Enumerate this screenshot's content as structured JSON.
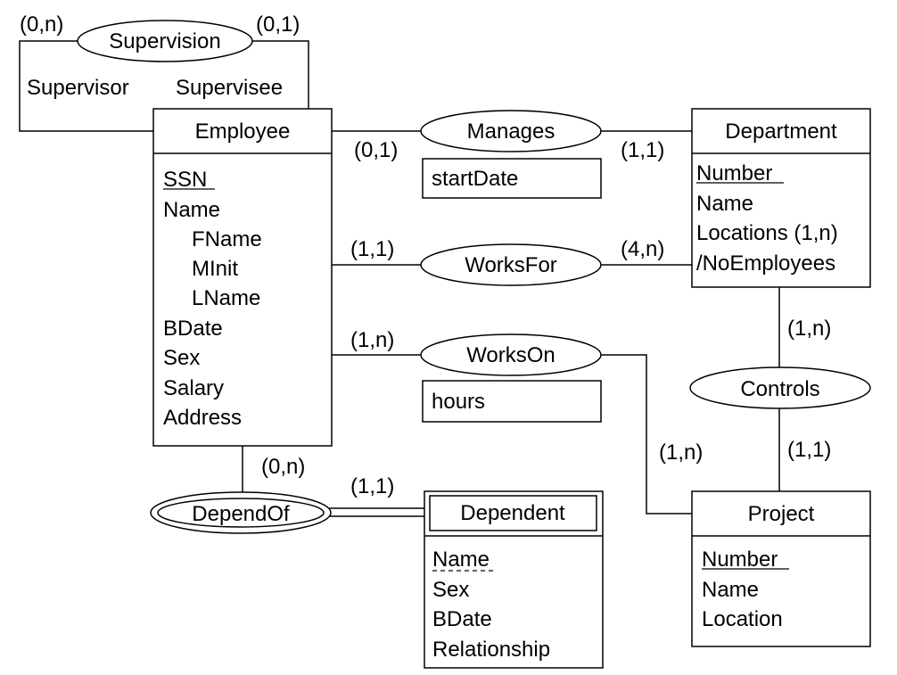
{
  "entities": {
    "employee": {
      "name": "Employee",
      "attributes": [
        "SSN",
        "Name",
        "FName",
        "MInit",
        "LName",
        "BDate",
        "Sex",
        "Salary",
        "Address"
      ]
    },
    "department": {
      "name": "Department",
      "attributes": [
        "Number",
        "Name",
        "Locations (1,n)",
        "/NoEmployees"
      ]
    },
    "project": {
      "name": "Project",
      "attributes": [
        "Number",
        "Name",
        "Location"
      ]
    },
    "dependent": {
      "name": "Dependent",
      "attributes": [
        "Name",
        "Sex",
        "BDate",
        "Relationship"
      ]
    }
  },
  "relationships": {
    "supervision": {
      "name": "Supervision",
      "card_left": "(0,n)",
      "card_right": "(0,1)",
      "role_left": "Supervisor",
      "role_right": "Supervisee"
    },
    "manages": {
      "name": "Manages",
      "attribute": "startDate",
      "card_employee": "(0,1)",
      "card_department": "(1,1)"
    },
    "worksfor": {
      "name": "WorksFor",
      "card_employee": "(1,1)",
      "card_department": "(4,n)"
    },
    "workson": {
      "name": "WorksOn",
      "attribute": "hours",
      "card_employee": "(1,n)",
      "card_project": "(1,n)"
    },
    "controls": {
      "name": "Controls",
      "card_department": "(1,n)",
      "card_project": "(1,1)"
    },
    "dependof": {
      "name": "DependOf",
      "card_employee": "(0,n)",
      "card_dependent": "(1,1)"
    }
  }
}
